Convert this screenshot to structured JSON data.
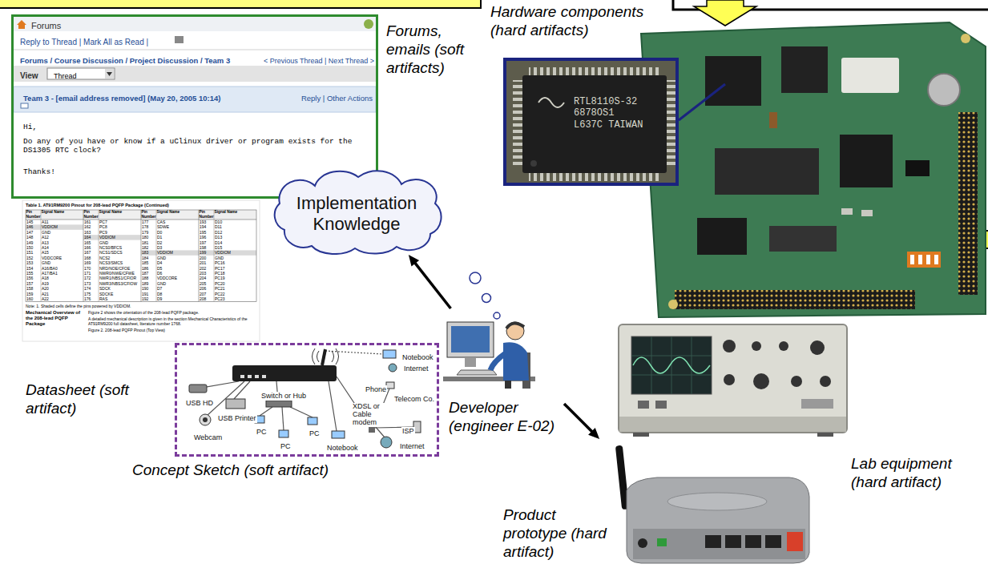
{
  "diagram": {
    "nodes": [
      {
        "text": [
          "Forums",
          "Reply to Thread | Mark All as Read |",
          "Forums / Course Discussion / Project Discussion / Team 3",
          "< Previous Thread | Next Thread >",
          "View",
          "Thread",
          "Team 3 - [email address removed] (May 20, 2005 10:14)",
          "Reply | Other Actions",
          "Hi,",
          "Do any of you have or know if a uClinux driver or program exists for the DS1305 RTC clock?",
          "Thanks!"
        ]
      },
      {
        "text": [
          "Implementation Knowledge"
        ]
      },
      {
        "text": [
          "RTL8110S-32 6878OS1 L637C TAIWAN"
        ]
      },
      {
        "text": [
          "USB HD",
          "Webcam",
          "USB Printer",
          "Switch or Hub",
          "PC",
          "PC",
          "PC",
          "Notebook",
          "Phone",
          "XDSL or Cable modem",
          "Telecom Co.",
          "ISP",
          "Internet",
          "Notebook",
          "Internet"
        ]
      },
      {
        "text": [
          "Developer (engineer E-02)"
        ]
      },
      {
        "text": [
          "Product prototype (hard artifact)"
        ]
      }
    ],
    "edges": [
      {
        "from": 4,
        "to": 1,
        "arrow": "to"
      },
      {
        "from": 4,
        "to": 5,
        "arrow": "to"
      }
    ],
    "labels": [
      "Forums, emails (soft artifacts)",
      "Hardware components (hard artifacts)",
      "Datasheet (soft artifact)",
      "Lab equipment (hard artifact)",
      "Concept Sketch (soft artifact)",
      "Table 1. AT91RM9200 Pinout for 208-lead PQFP Package (Continued)",
      "Pin Number",
      "Signal Name",
      "Pin Number",
      "Signal Name",
      "Pin Number",
      "Signal Name",
      "Pin Number",
      "Signal Name",
      "145",
      "A11",
      "161",
      "PC7",
      "177",
      "CAS",
      "193",
      "D10",
      "146",
      "VDDIOM",
      "162",
      "PC8",
      "178",
      "SDWE",
      "194",
      "D11",
      "147",
      "GND",
      "163",
      "PC9",
      "179",
      "D0",
      "195",
      "D12",
      "148",
      "A12",
      "164",
      "VDDIOM",
      "180",
      "D1",
      "196",
      "D13",
      "149",
      "A13",
      "165",
      "GND",
      "181",
      "D2",
      "197",
      "D14",
      "150",
      "A14",
      "166",
      "NCS0/BFCS",
      "182",
      "D3",
      "198",
      "D15",
      "151",
      "A15",
      "167",
      "NCS1/SDCS",
      "183",
      "VDDIOM",
      "199",
      "VDDIOM",
      "152",
      "VDDCORE",
      "168",
      "NCS2",
      "184",
      "GND",
      "200",
      "GND",
      "153",
      "GND",
      "169",
      "NCS3/SMCS",
      "185",
      "D4",
      "201",
      "PC16",
      "154",
      "A16/BA0",
      "170",
      "NRD/NOE/CFOE",
      "186",
      "D5",
      "202",
      "PC17",
      "155",
      "A17/BA1",
      "171",
      "NWR0/NWE/CFWE",
      "187",
      "D6",
      "203",
      "PC18",
      "156",
      "A18",
      "172",
      "NWR1/NBS1/CFIOR",
      "188",
      "VDDCORE",
      "204",
      "PC19",
      "157",
      "A19",
      "173",
      "NWR3/NBS3/CFIOW",
      "189",
      "GND",
      "205",
      "PC20",
      "158",
      "A20",
      "174",
      "SDCK",
      "190",
      "D7",
      "206",
      "PC21",
      "159",
      "A21",
      "175",
      "SDCKE",
      "191",
      "D8",
      "207",
      "PC22",
      "160",
      "A22",
      "176",
      "RAS",
      "192",
      "D9",
      "208",
      "PC23",
      "Note: 1. Shaded cells define the pins powered by VDDIOM.",
      "Mechanical Overview of the 208-lead PQFP Package",
      "Figure 2 shows the orientation of the 208-lead PQFP package.",
      "A detailed mechanical description is given in the section Mechanical Characteristics of the AT91RM9200 full datasheet, literature number 1768.",
      "Figure 2. 208-lead PQFP Pinout (Top View)"
    ]
  }
}
